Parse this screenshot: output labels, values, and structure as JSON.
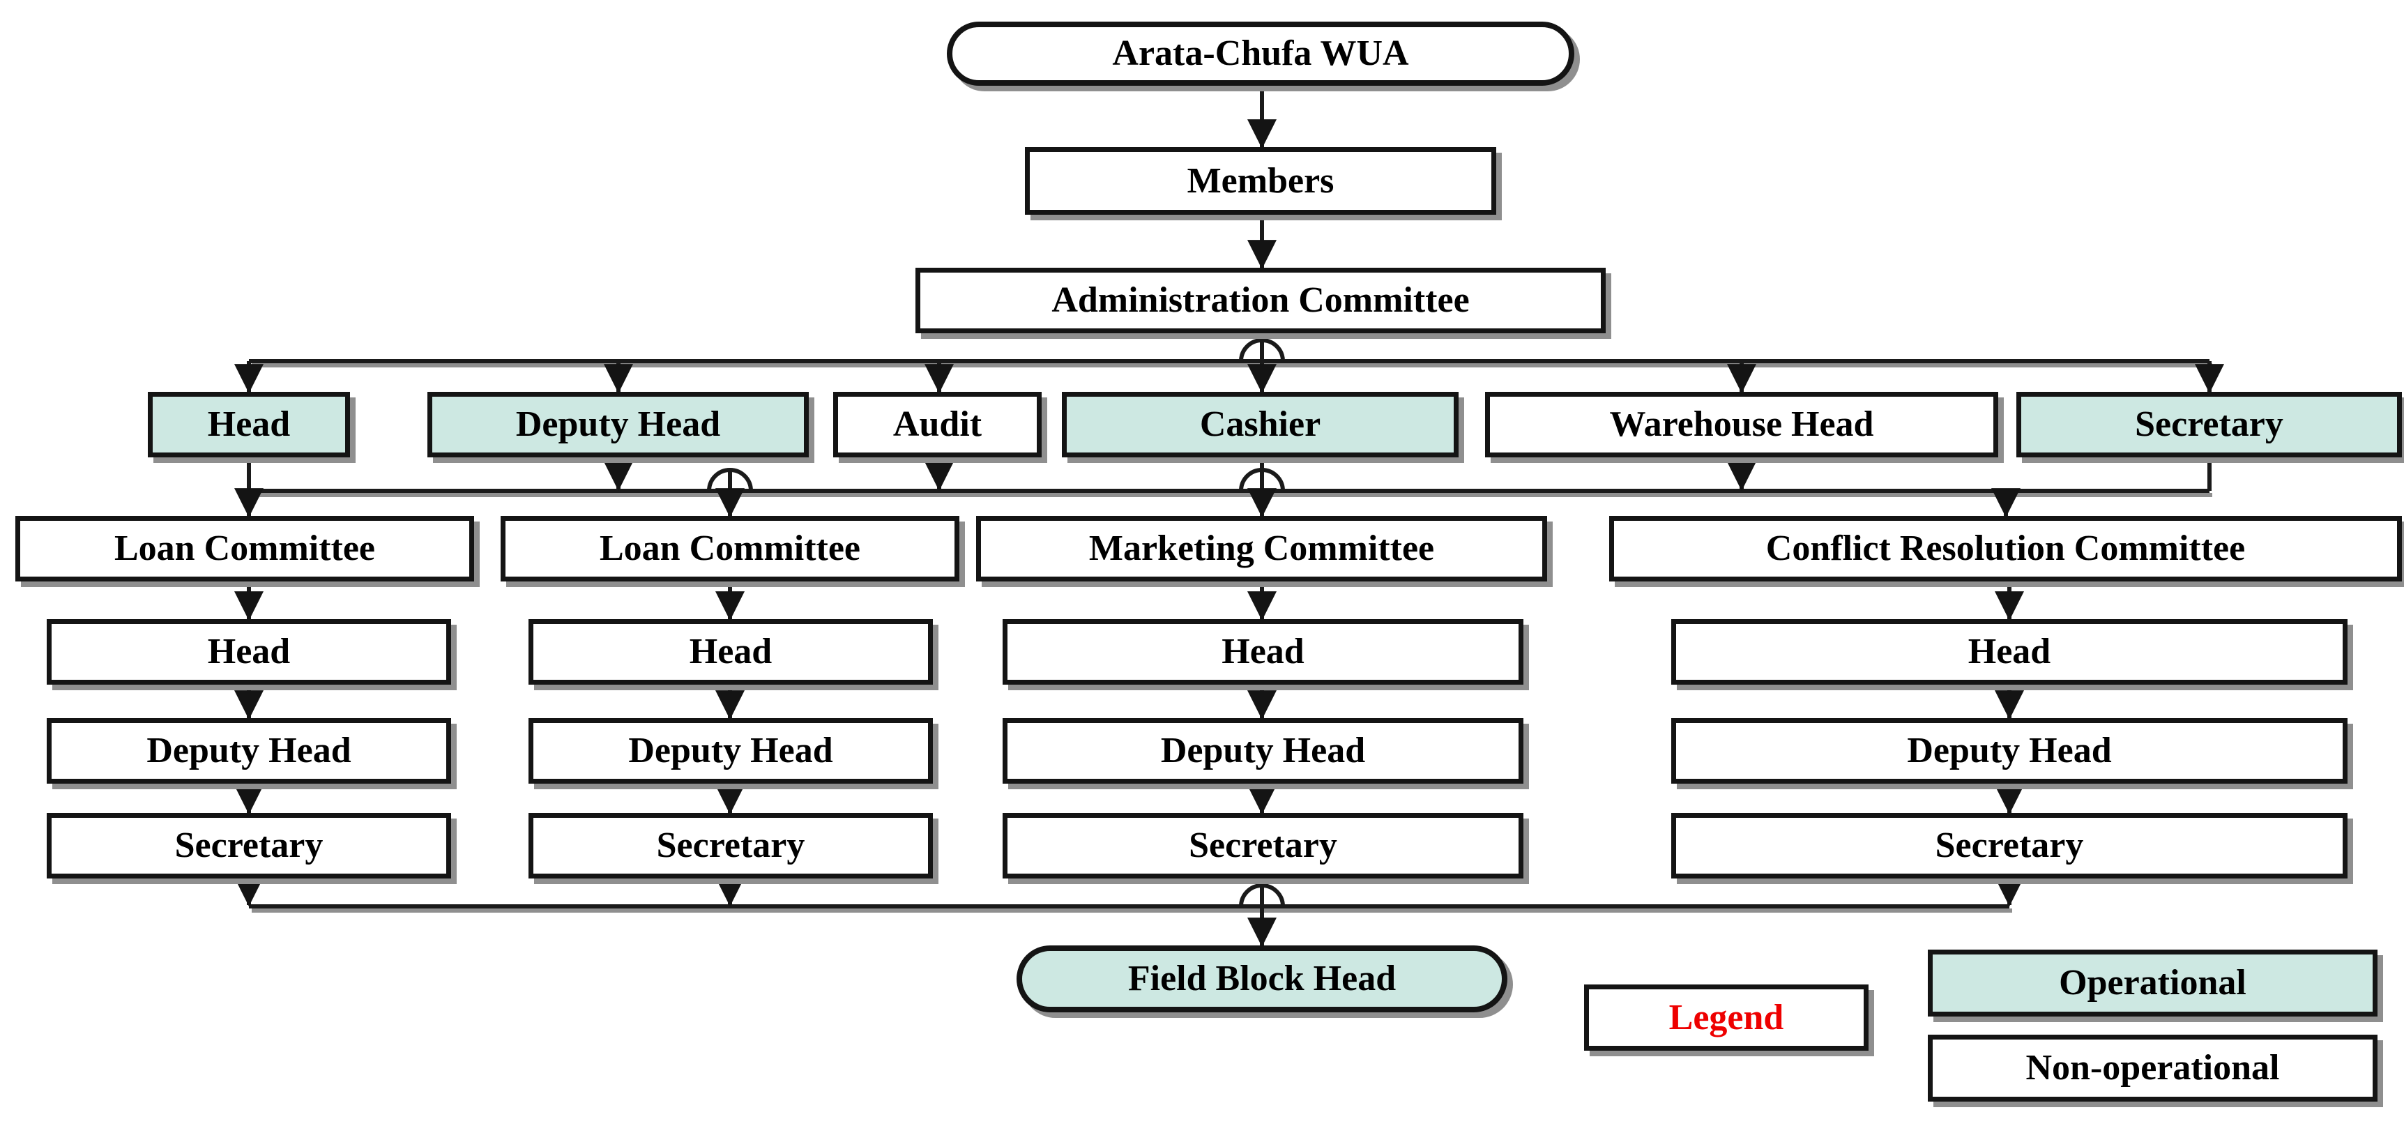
{
  "org": {
    "root": {
      "label": "Arata-Chufa WUA"
    },
    "members": {
      "label": "Members"
    },
    "admin_committee": {
      "label": "Administration Committee"
    },
    "officers": [
      {
        "label": "Head",
        "status": "operational"
      },
      {
        "label": "Deputy Head",
        "status": "operational"
      },
      {
        "label": "Audit",
        "status": "non-operational"
      },
      {
        "label": "Cashier",
        "status": "operational"
      },
      {
        "label": "Warehouse Head",
        "status": "non-operational"
      },
      {
        "label": "Secretary",
        "status": "operational"
      }
    ],
    "committees": [
      {
        "label": "Loan Committee",
        "positions": [
          "Head",
          "Deputy Head",
          "Secretary"
        ]
      },
      {
        "label": "Loan Committee",
        "positions": [
          "Head",
          "Deputy Head",
          "Secretary"
        ]
      },
      {
        "label": "Marketing Committee",
        "positions": [
          "Head",
          "Deputy Head",
          "Secretary"
        ]
      },
      {
        "label": "Conflict Resolution Committee",
        "positions": [
          "Head",
          "Deputy Head",
          "Secretary"
        ]
      }
    ],
    "field_block_head": {
      "label": "Field Block Head",
      "status": "operational"
    }
  },
  "legend": {
    "title": "Legend",
    "items": [
      {
        "label": "Operational",
        "status": "operational"
      },
      {
        "label": "Non-operational",
        "status": "non-operational"
      }
    ]
  },
  "colors": {
    "operational_fill": "#cde8e2",
    "non_operational_fill": "#ffffff",
    "legend_title": "#ee0000",
    "wire": "#1a1a1a",
    "border": "#141414",
    "shadow": "#8f8f8f"
  }
}
